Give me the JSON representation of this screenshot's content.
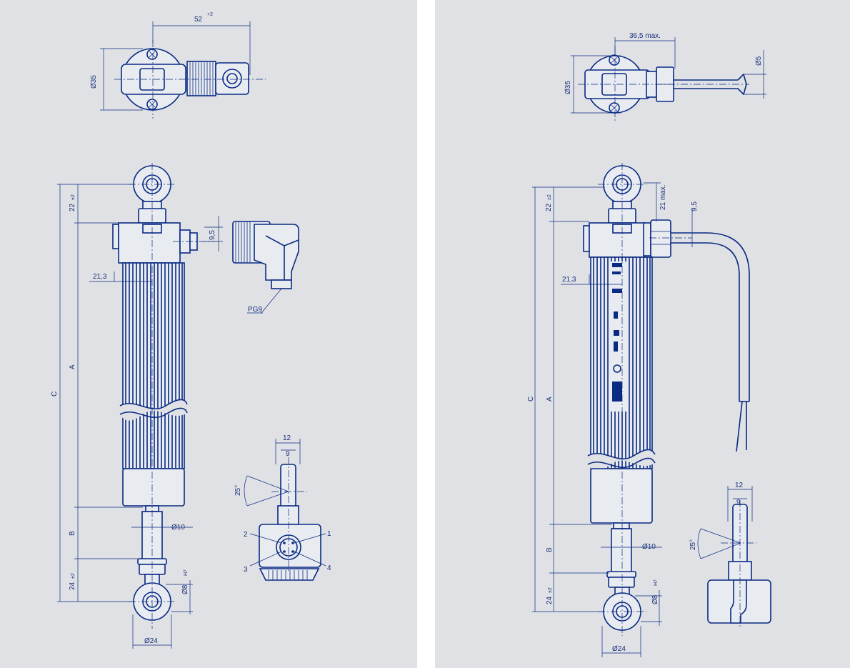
{
  "left": {
    "top_view": {
      "width": "52",
      "width_tol": "+2",
      "diameter": "Ø35"
    },
    "side_view": {
      "eye_length": "22",
      "eye_length_tol": "±2",
      "connector_offset": "9,5",
      "axis_offset": "21,3",
      "dim_a": "A",
      "dim_b": "B",
      "dim_c": "C",
      "rod_diameter": "Ø10",
      "bottom_eye_length": "24",
      "bottom_eye_length_tol": "±2",
      "bore": "Ø8",
      "bore_tol": "H7",
      "eye_diameter": "Ø24",
      "connector_thread": "PG9"
    },
    "end_view": {
      "outer_width": "12",
      "inner_width": "9",
      "angle": "25°",
      "pins": [
        "1",
        "2",
        "3",
        "4"
      ]
    }
  },
  "right": {
    "top_view": {
      "width": "36,5 max.",
      "diameter": "Ø35",
      "cable_diameter": "Ø5"
    },
    "side_view": {
      "eye_length": "22",
      "eye_length_tol": "±2",
      "gland_height": "21 max.",
      "cable_offset": "9,5",
      "axis_offset": "21,3",
      "dim_a": "A",
      "dim_b": "B",
      "dim_c": "C",
      "rod_diameter": "Ø10",
      "bottom_eye_length": "24",
      "bottom_eye_length_tol": "±2",
      "bore": "Ø8",
      "bore_tol": "H7",
      "eye_diameter": "Ø24"
    },
    "end_view": {
      "outer_width": "12",
      "inner_width": "9",
      "angle": "25°"
    }
  },
  "colors": {
    "ink": "#0a2a84",
    "panel": "#dfe1e4",
    "gutter": "#ffffff"
  }
}
